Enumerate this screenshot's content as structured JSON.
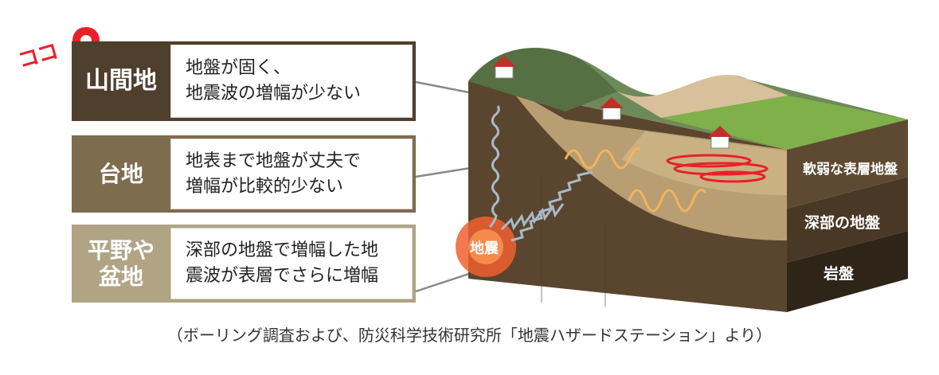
{
  "marker": {
    "koko": "ココ"
  },
  "rows": [
    {
      "label_lines": [
        "山間地"
      ],
      "desc_lines": [
        "地盤が固く、",
        "地震波の増幅が少ない"
      ]
    },
    {
      "label_lines": [
        "台地"
      ],
      "desc_lines": [
        "地表まで地盤が丈夫で",
        "増幅が比較的少ない"
      ]
    },
    {
      "label_lines": [
        "平野や",
        "盆地"
      ],
      "desc_lines": [
        "深部の地盤で増幅した地",
        "震波が表層でさらに増幅"
      ]
    }
  ],
  "diagram": {
    "layers": {
      "surface": "軟弱な表層地盤",
      "deep": "深部の地盤",
      "bedrock": "岩盤"
    },
    "epicenter": "地震"
  },
  "caption": "（ボーリング調査および、防災科学技術研究所「地震ハザードステーション」より）",
  "colors": {
    "row1": "#4f3f2d",
    "row2": "#7e6c4f",
    "row3": "#b0a484",
    "accent_red": "#e8202a",
    "quake": "#f06030",
    "wave_orange": "#f2b45c",
    "wave_blue": "#a9b9c8"
  }
}
